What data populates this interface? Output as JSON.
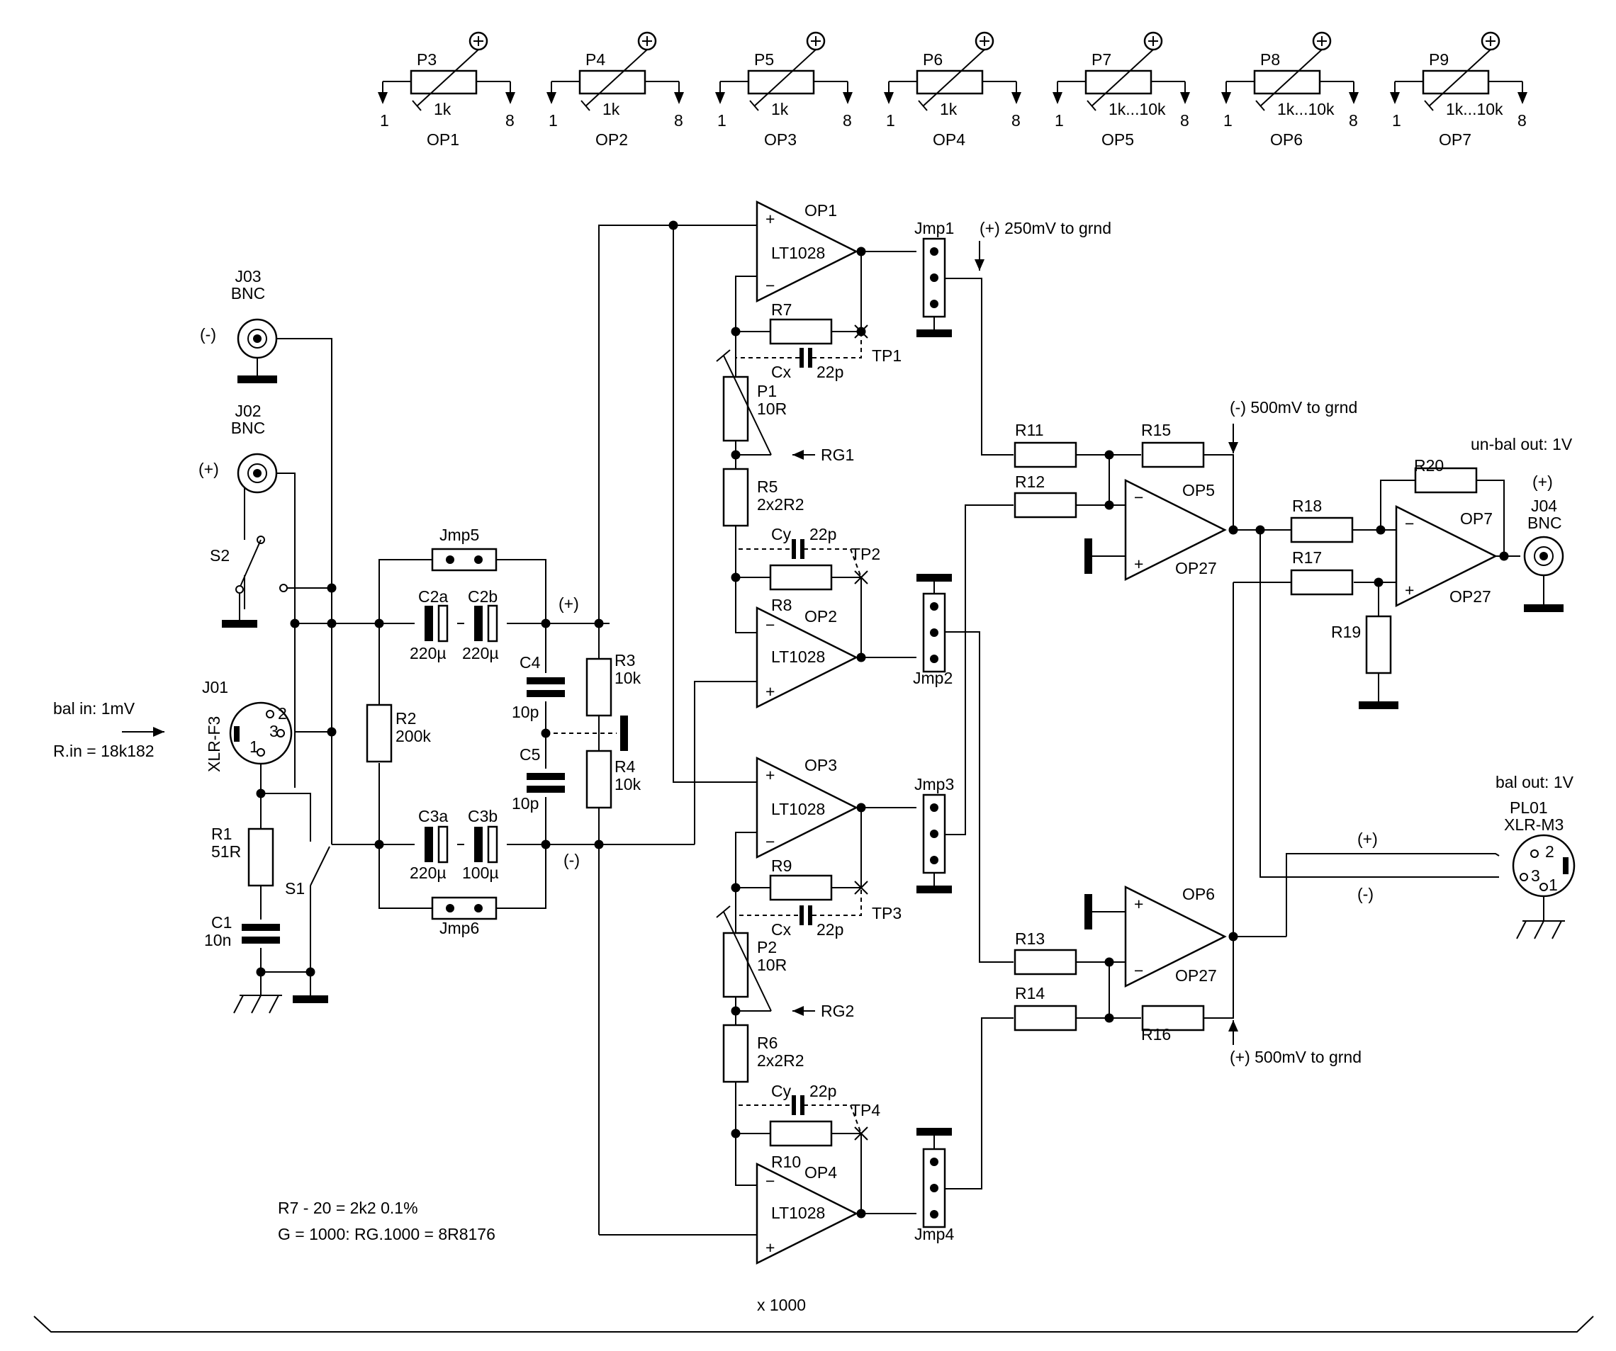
{
  "pots": [
    {
      "ref": "P3",
      "value": "1k",
      "op": "OP1",
      "pin_left": "1",
      "pin_right": "8"
    },
    {
      "ref": "P4",
      "value": "1k",
      "op": "OP2",
      "pin_left": "1",
      "pin_right": "8"
    },
    {
      "ref": "P5",
      "value": "1k",
      "op": "OP3",
      "pin_left": "1",
      "pin_right": "8"
    },
    {
      "ref": "P6",
      "value": "1k",
      "op": "OP4",
      "pin_left": "1",
      "pin_right": "8"
    },
    {
      "ref": "P7",
      "value": "1k...10k",
      "op": "OP5",
      "pin_left": "1",
      "pin_right": "8"
    },
    {
      "ref": "P8",
      "value": "1k...10k",
      "op": "OP6",
      "pin_left": "1",
      "pin_right": "8"
    },
    {
      "ref": "P9",
      "value": "1k...10k",
      "op": "OP7",
      "pin_left": "1",
      "pin_right": "8"
    }
  ],
  "opamps": {
    "op1": {
      "ref": "OP1",
      "part": "LT1028"
    },
    "op2": {
      "ref": "OP2",
      "part": "LT1028"
    },
    "op3": {
      "ref": "OP3",
      "part": "LT1028"
    },
    "op4": {
      "ref": "OP4",
      "part": "LT1028"
    },
    "op5": {
      "ref": "OP5",
      "part": "OP27"
    },
    "op6": {
      "ref": "OP6",
      "part": "OP27"
    },
    "op7": {
      "ref": "OP7",
      "part": "OP27"
    }
  },
  "signs": {
    "plus": "+",
    "minus": "−"
  },
  "resistors": {
    "r1": {
      "ref": "R1",
      "value": "51R"
    },
    "r2": {
      "ref": "R2",
      "value": "200k"
    },
    "r3": {
      "ref": "R3",
      "value": "10k"
    },
    "r4": {
      "ref": "R4",
      "value": "10k"
    },
    "r5": {
      "ref": "R5",
      "value": "2x2R2"
    },
    "r6": {
      "ref": "R6",
      "value": "2x2R2"
    },
    "r7": "R7",
    "r8": "R8",
    "r9": "R9",
    "r10": "R10",
    "r11": "R11",
    "r12": "R12",
    "r13": "R13",
    "r14": "R14",
    "r15": "R15",
    "r16": "R16",
    "r17": "R17",
    "r18": "R18",
    "r19": "R19",
    "r20": "R20"
  },
  "trimmers": {
    "p1": {
      "ref": "P1",
      "value": "10R"
    },
    "p2": {
      "ref": "P2",
      "value": "10R"
    }
  },
  "capacitors": {
    "c1": {
      "ref": "C1",
      "value": "10n"
    },
    "c2a": {
      "ref": "C2a",
      "value": "220µ"
    },
    "c2b": {
      "ref": "C2b",
      "value": "220µ"
    },
    "c3a": {
      "ref": "C3a",
      "value": "220µ"
    },
    "c3b": {
      "ref": "C3b",
      "value": "100µ"
    },
    "c4": {
      "ref": "C4",
      "value": "10p"
    },
    "c5": {
      "ref": "C5",
      "value": "10p"
    },
    "cx1": {
      "ref": "Cx",
      "value": "22p"
    },
    "cy1": {
      "ref": "Cy",
      "value": "22p"
    },
    "cx2": {
      "ref": "Cx",
      "value": "22p"
    },
    "cy2": {
      "ref": "Cy",
      "value": "22p"
    }
  },
  "testpoints": {
    "tp1": "TP1",
    "tp2": "TP2",
    "tp3": "TP3",
    "tp4": "TP4"
  },
  "jumpers": {
    "jmp1": "Jmp1",
    "jmp2": "Jmp2",
    "jmp3": "Jmp3",
    "jmp4": "Jmp4",
    "jmp5": "Jmp5",
    "jmp6": "Jmp6"
  },
  "switches": {
    "s1": "S1",
    "s2": "S2"
  },
  "connectors": {
    "j03": {
      "ref": "J03",
      "type": "BNC",
      "polarity": "(-)"
    },
    "j02": {
      "ref": "J02",
      "type": "BNC",
      "polarity": "(+)"
    },
    "j01": {
      "ref": "J01",
      "type": "XLR-F3",
      "pin1": "1",
      "pin2": "2",
      "pin3": "3"
    },
    "j04": {
      "ref": "J04",
      "type": "BNC",
      "polarity": "(+)"
    },
    "pl01": {
      "ref": "PL01",
      "type": "XLR-M3",
      "pin1": "1",
      "pin2": "2",
      "pin3": "3"
    }
  },
  "labels": {
    "plus_node": "(+)",
    "minus_node": "(-)",
    "rg1": "RG1",
    "rg2": "RG2",
    "bal_in": "bal in: 1mV",
    "r_in": "R.in = 18k182",
    "v250": "(+) 250mV to grnd",
    "v500_minus": "(-) 500mV to grnd",
    "v500_plus": "(+) 500mV to grnd",
    "unbal_out": "un-bal out: 1V",
    "bal_out": "bal out: 1V",
    "out_plus": "(+)",
    "out_minus": "(-)",
    "note1": "R7 - 20 = 2k2 0.1%",
    "note2": "G = 1000: RG.1000 = 8R8176",
    "gain": "x 1000"
  }
}
